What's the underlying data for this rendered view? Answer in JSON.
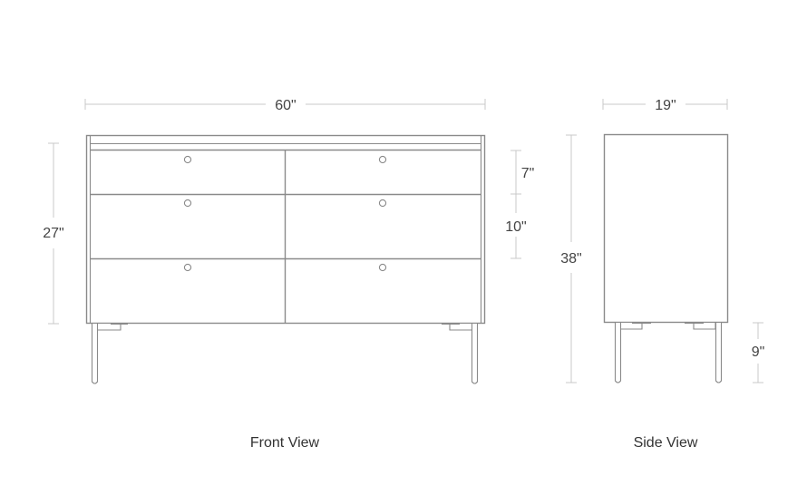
{
  "diagram": {
    "type": "dresser-dimension-drawing",
    "colors": {
      "outline": "#8a8a8a",
      "dimension_line": "#c9c9c9",
      "text": "#444444",
      "background": "#ffffff"
    },
    "front_view": {
      "label": "Front View",
      "dimensions": {
        "width": "60\"",
        "case_height": "27\"",
        "top_drawer_height": "7\"",
        "lower_drawer_height": "10\""
      },
      "drawers": {
        "columns": 2,
        "rows": 3,
        "pulls": 6
      }
    },
    "side_view": {
      "label": "Side View",
      "dimensions": {
        "depth": "19\"",
        "overall_height": "38\"",
        "leg_height": "9\""
      }
    }
  }
}
